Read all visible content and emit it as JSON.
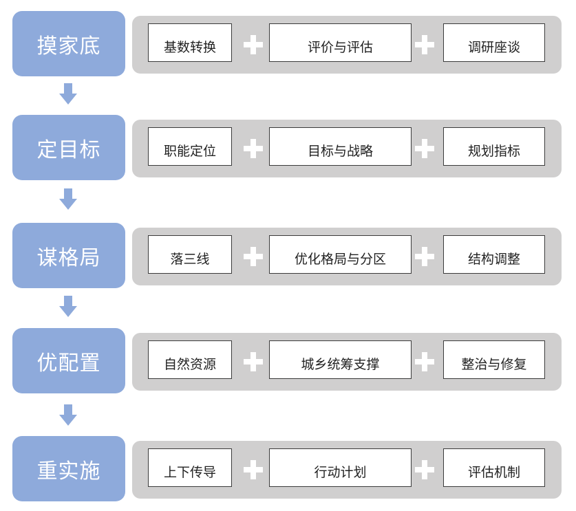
{
  "colors": {
    "stage": "#8eaadb",
    "panel": "#d0cfcf",
    "box_border": "#3a3a3a",
    "arrow": "#8eaadb"
  },
  "rows": [
    {
      "stage": "摸家底",
      "items": [
        "基数转换",
        "评价与评估",
        "调研座谈"
      ]
    },
    {
      "stage": "定目标",
      "items": [
        "职能定位",
        "目标与战略",
        "规划指标"
      ]
    },
    {
      "stage": "谋格局",
      "items": [
        "落三线",
        "优化格局与分区",
        "结构调整"
      ]
    },
    {
      "stage": "优配置",
      "items": [
        "自然资源",
        "城乡统筹支撑",
        "整治与修复"
      ]
    },
    {
      "stage": "重实施",
      "items": [
        "上下传导",
        "行动计划",
        "评估机制"
      ]
    }
  ]
}
